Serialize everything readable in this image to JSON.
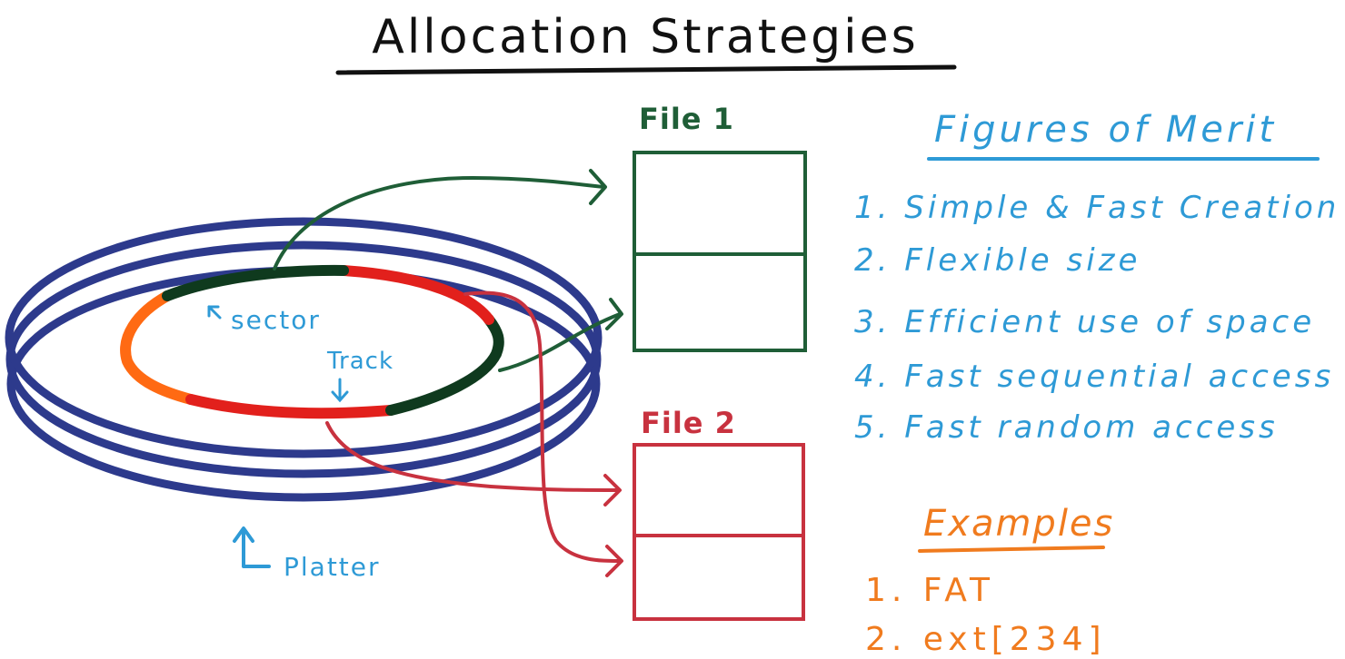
{
  "title": "Allocation Strategies",
  "disk": {
    "sector_label": "sector",
    "track_label": "Track",
    "platter_label": "Platter"
  },
  "files": [
    {
      "label": "File 1",
      "color": "#1f5e37",
      "blocks": 2
    },
    {
      "label": "File 2",
      "color": "#c8323f",
      "blocks": 2
    }
  ],
  "figures_of_merit": {
    "heading": "Figures of Merit",
    "color": "#2e9ad6",
    "items": [
      "1. Simple & Fast Creation",
      "2. Flexible size",
      "3. Efficient use of space",
      "4. Fast sequential access",
      "5. Fast random access"
    ]
  },
  "examples": {
    "heading": "Examples",
    "color": "#f07b1e",
    "items": [
      "1. FAT",
      "2. ext[234]"
    ]
  },
  "colors": {
    "platter": "#2d3a8c",
    "title": "#111111",
    "sector_green": "#0f3a1e",
    "sector_red": "#e2201c",
    "sector_orange": "#ff6a13"
  }
}
